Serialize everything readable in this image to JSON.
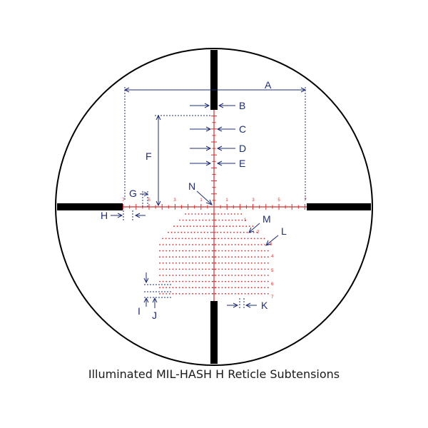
{
  "caption": "Illuminated MIL-HASH H Reticle Subtensions",
  "colors": {
    "ring": "#000000",
    "post": "#000000",
    "illuminated": "#d32f2f",
    "dimension": "#1e2d78",
    "background": "#ffffff"
  },
  "dimension_labels": {
    "A": "A",
    "B": "B",
    "C": "C",
    "D": "D",
    "E": "E",
    "F": "F",
    "G": "G",
    "H": "H",
    "I": "I",
    "J": "J",
    "K": "K",
    "L": "L",
    "M": "M",
    "N": "N"
  },
  "horizontal_numbers": {
    "left": [
      "7",
      "5",
      "3",
      "1"
    ],
    "right": [
      "1",
      "3",
      "5",
      "7"
    ]
  },
  "tree_numbers": {
    "right": [
      "1",
      "2",
      "3",
      "4",
      "5",
      "6",
      "7"
    ]
  }
}
